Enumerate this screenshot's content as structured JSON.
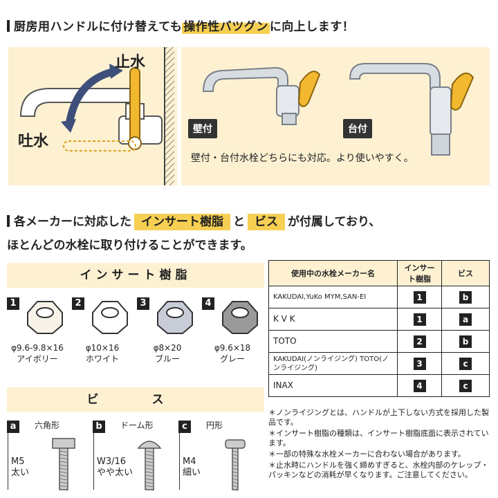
{
  "heading1": {
    "prefix": "厨房用ハンドルに付け替えても",
    "highlight": "操作性バツグン",
    "suffix": "に向上します！"
  },
  "diagram": {
    "stop": "止水",
    "flow": "吐水"
  },
  "mount": {
    "wall": "壁付",
    "deck": "台付",
    "caption": "壁付・台付水栓どちらにも対応。より使いやすく。"
  },
  "heading2": {
    "a": "各メーカーに対応した",
    "b": "インサート樹脂",
    "c": "と",
    "d": "ビス",
    "e": "が付属しており、",
    "line2": "ほとんどの水栓に取り付けることができます。"
  },
  "insert_section": {
    "title": "インサート樹脂",
    "items": [
      {
        "num": "1",
        "size": "φ9.6-9.8×16",
        "color": "アイボリー"
      },
      {
        "num": "2",
        "size": "φ10×16",
        "color": "ホワイト"
      },
      {
        "num": "3",
        "size": "φ8×20",
        "color": "ブルー"
      },
      {
        "num": "4",
        "size": "φ9.6×18",
        "color": "グレー"
      }
    ]
  },
  "screw_section": {
    "title": "ビ　ス",
    "items": [
      {
        "letter": "a",
        "shape": "六角形",
        "size": "M5",
        "desc": "太い"
      },
      {
        "letter": "b",
        "shape": "ドーム形",
        "size": "W3/16",
        "desc": "やや太い"
      },
      {
        "letter": "c",
        "shape": "円形",
        "size": "M4",
        "desc": "細い"
      }
    ]
  },
  "table": {
    "headers": [
      "使用中の水栓メーカー名",
      "インサート樹脂",
      "ビス"
    ],
    "rows": [
      {
        "maker": "KAKUDAI,YuKo MYM,SAN-EI",
        "insert": "1",
        "screw": "b"
      },
      {
        "maker": "K V K",
        "insert": "1",
        "screw": "a"
      },
      {
        "maker": "TOTO",
        "insert": "2",
        "screw": "b"
      },
      {
        "maker": "KAKUDAI(ノンライジング) TOTO(ノンライジング)",
        "insert": "3",
        "screw": "c"
      },
      {
        "maker": "INAX",
        "insert": "4",
        "screw": "c"
      }
    ]
  },
  "notes": [
    "＊ノンライジングとは、ハンドルが上下しない方式を採用した製品です。",
    "＊インサート樹脂の種類は、インサート樹脂底面に表示されています。",
    "＊一部の特殊な水栓メーカーに合わない場合があります。",
    "＊止水時にハンドルを強く締めすぎると、水栓内部のケレップ・パッキンなどの消耗が早くなります。ご注意してください。"
  ],
  "colors": {
    "accent": "#f6cf53",
    "panel": "#fdf1d2",
    "ink": "#222222"
  }
}
